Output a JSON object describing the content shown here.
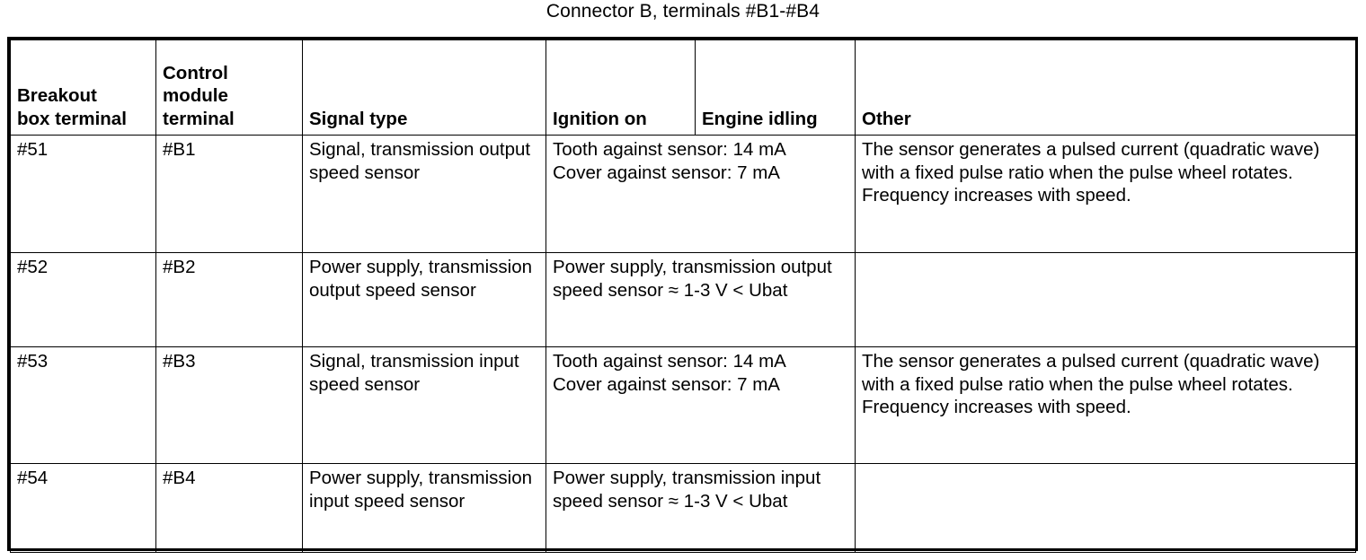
{
  "caption": "Connector B, terminals #B1-#B4",
  "table": {
    "headers": {
      "breakout_box_terminal": "Breakout\nbox terminal",
      "breakout_box_terminal_l1": "Breakout",
      "breakout_box_terminal_l2": "box terminal",
      "control_module_terminal_l1": "Control",
      "control_module_terminal_l2": "module",
      "control_module_terminal_l3": "terminal",
      "signal_type": "Signal type",
      "ignition_on": "Ignition on",
      "engine_idling": "Engine idling",
      "other": "Other"
    },
    "rows": [
      {
        "breakout_box_terminal": "#51",
        "control_module_terminal": "#B1",
        "signal_type": "Signal, transmission output speed sensor",
        "measurement_l1": "Tooth against sensor: 14 mA",
        "measurement_l2": "Cover against sensor: 7 mA",
        "other": "The sensor generates a pulsed current (quadratic wave) with a fixed pulse ratio when the pulse wheel rotates. Frequency increases with speed."
      },
      {
        "breakout_box_terminal": "#52",
        "control_module_terminal": "#B2",
        "signal_type": "Power supply, transmission output speed sensor",
        "measurement_l1": "Power supply, transmission output speed sensor ≈ 1-3 V < Ubat",
        "measurement_l2": "",
        "other": ""
      },
      {
        "breakout_box_terminal": "#53",
        "control_module_terminal": "#B3",
        "signal_type": "Signal, transmission input speed sensor",
        "measurement_l1": "Tooth against sensor: 14 mA",
        "measurement_l2": "Cover against sensor: 7 mA",
        "other": "The sensor generates a pulsed current (quadratic wave) with a fixed pulse ratio when the pulse wheel rotates. Frequency increases with speed."
      },
      {
        "breakout_box_terminal": "#54",
        "control_module_terminal": "#B4",
        "signal_type": "Power supply, transmission input speed sensor",
        "measurement_l1": "Power supply, transmission input speed sensor ≈ 1-3 V < Ubat",
        "measurement_l2": "",
        "other": ""
      }
    ]
  },
  "colors": {
    "text": "#000000",
    "background": "#ffffff",
    "border": "#000000"
  }
}
